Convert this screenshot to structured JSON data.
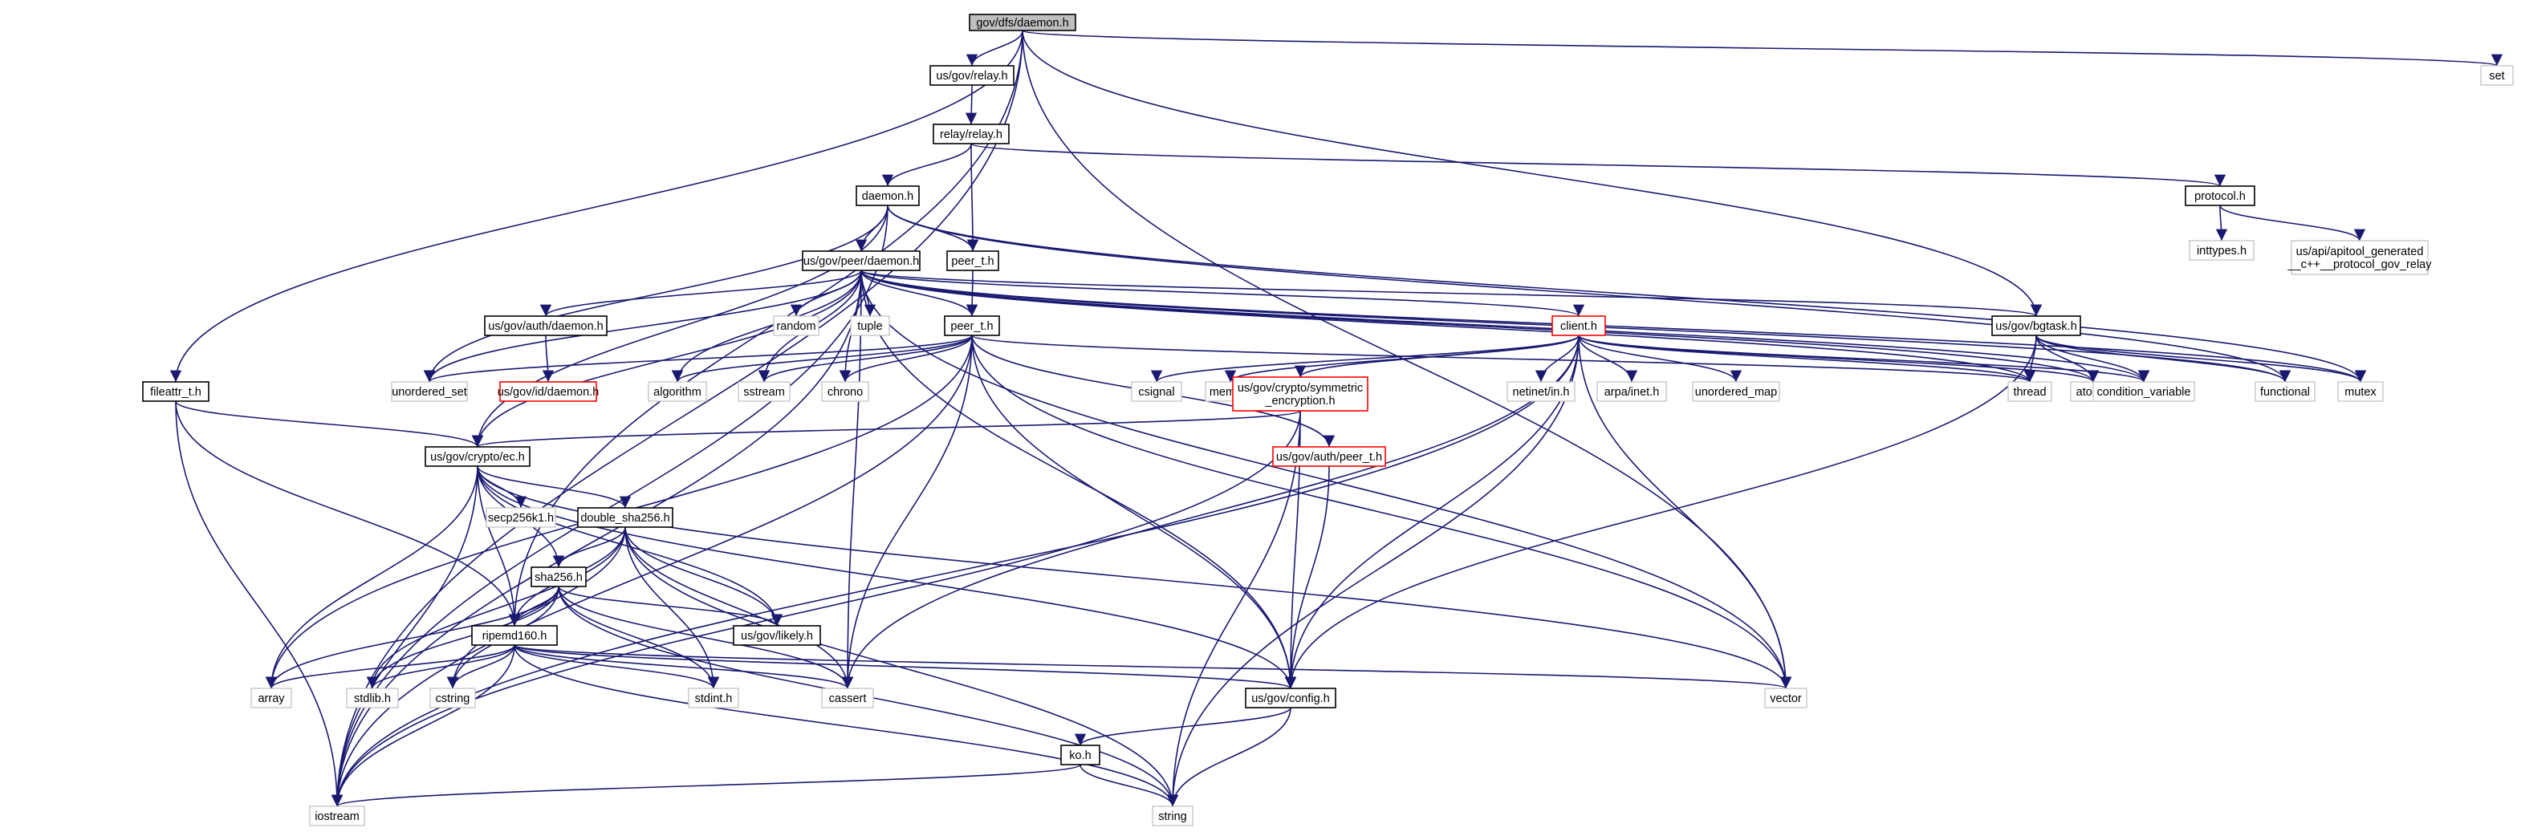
{
  "graph": {
    "root": "gov/dfs/daemon.h",
    "nodes": [
      {
        "id": "root",
        "lines": [
          "gov/dfs/daemon.h"
        ],
        "kind": "root"
      },
      {
        "id": "relay_h",
        "lines": [
          "us/gov/relay.h"
        ],
        "kind": "doc"
      },
      {
        "id": "set",
        "lines": [
          "set"
        ],
        "kind": "sys"
      },
      {
        "id": "relay_relay",
        "lines": [
          "relay/relay.h"
        ],
        "kind": "doc"
      },
      {
        "id": "daemon_h",
        "lines": [
          "daemon.h"
        ],
        "kind": "doc"
      },
      {
        "id": "protocol_h",
        "lines": [
          "protocol.h"
        ],
        "kind": "doc"
      },
      {
        "id": "inttypes",
        "lines": [
          "inttypes.h"
        ],
        "kind": "sys"
      },
      {
        "id": "apitool",
        "lines": [
          "us/api/apitool_generated",
          "__c++__protocol_gov_relay"
        ],
        "kind": "sys"
      },
      {
        "id": "peer_daemon",
        "lines": [
          "us/gov/peer/daemon.h"
        ],
        "kind": "doc"
      },
      {
        "id": "peer_t_top",
        "lines": [
          "peer_t.h"
        ],
        "kind": "doc"
      },
      {
        "id": "auth_daemon",
        "lines": [
          "us/gov/auth/daemon.h"
        ],
        "kind": "doc"
      },
      {
        "id": "random",
        "lines": [
          "random"
        ],
        "kind": "sys"
      },
      {
        "id": "tuple",
        "lines": [
          "tuple"
        ],
        "kind": "sys"
      },
      {
        "id": "peer_t_mid",
        "lines": [
          "peer_t.h"
        ],
        "kind": "doc"
      },
      {
        "id": "client_h",
        "lines": [
          "client.h"
        ],
        "kind": "missing"
      },
      {
        "id": "bgtask",
        "lines": [
          "us/gov/bgtask.h"
        ],
        "kind": "doc"
      },
      {
        "id": "id_daemon",
        "lines": [
          "us/gov/id/daemon.h"
        ],
        "kind": "missing"
      },
      {
        "id": "unordered_set",
        "lines": [
          "unordered_set"
        ],
        "kind": "sys"
      },
      {
        "id": "algorithm",
        "lines": [
          "algorithm"
        ],
        "kind": "sys"
      },
      {
        "id": "sstream",
        "lines": [
          "sstream"
        ],
        "kind": "sys"
      },
      {
        "id": "chrono",
        "lines": [
          "chrono"
        ],
        "kind": "sys"
      },
      {
        "id": "csignal",
        "lines": [
          "csignal"
        ],
        "kind": "sys"
      },
      {
        "id": "memory",
        "lines": [
          "memory"
        ],
        "kind": "sys"
      },
      {
        "id": "sym_enc",
        "lines": [
          "us/gov/crypto/symmetric",
          "_encryption.h"
        ],
        "kind": "missing"
      },
      {
        "id": "netinet",
        "lines": [
          "netinet/in.h"
        ],
        "kind": "sys"
      },
      {
        "id": "arpa",
        "lines": [
          "arpa/inet.h"
        ],
        "kind": "sys"
      },
      {
        "id": "unordered_map",
        "lines": [
          "unordered_map"
        ],
        "kind": "sys"
      },
      {
        "id": "thread",
        "lines": [
          "thread"
        ],
        "kind": "sys"
      },
      {
        "id": "atomic",
        "lines": [
          "atomic"
        ],
        "kind": "sys"
      },
      {
        "id": "condvar",
        "lines": [
          "condition_variable"
        ],
        "kind": "sys"
      },
      {
        "id": "functional",
        "lines": [
          "functional"
        ],
        "kind": "sys"
      },
      {
        "id": "mutex",
        "lines": [
          "mutex"
        ],
        "kind": "sys"
      },
      {
        "id": "fileattr",
        "lines": [
          "fileattr_t.h"
        ],
        "kind": "doc"
      },
      {
        "id": "crypto_ec",
        "lines": [
          "us/gov/crypto/ec.h"
        ],
        "kind": "doc"
      },
      {
        "id": "auth_peer",
        "lines": [
          "us/gov/auth/peer_t.h"
        ],
        "kind": "missing"
      },
      {
        "id": "secp",
        "lines": [
          "secp256k1.h"
        ],
        "kind": "sys"
      },
      {
        "id": "dsha",
        "lines": [
          "double_sha256.h"
        ],
        "kind": "doc"
      },
      {
        "id": "sha256",
        "lines": [
          "sha256.h"
        ],
        "kind": "doc"
      },
      {
        "id": "likely",
        "lines": [
          "us/gov/likely.h"
        ],
        "kind": "doc"
      },
      {
        "id": "ripemd",
        "lines": [
          "ripemd160.h"
        ],
        "kind": "doc"
      },
      {
        "id": "array",
        "lines": [
          "array"
        ],
        "kind": "sys"
      },
      {
        "id": "stdlib",
        "lines": [
          "stdlib.h"
        ],
        "kind": "sys"
      },
      {
        "id": "cstring",
        "lines": [
          "cstring"
        ],
        "kind": "sys"
      },
      {
        "id": "stdint",
        "lines": [
          "stdint.h"
        ],
        "kind": "sys"
      },
      {
        "id": "cassert",
        "lines": [
          "cassert"
        ],
        "kind": "sys"
      },
      {
        "id": "config",
        "lines": [
          "us/gov/config.h"
        ],
        "kind": "doc"
      },
      {
        "id": "vector",
        "lines": [
          "vector"
        ],
        "kind": "sys"
      },
      {
        "id": "ko_h",
        "lines": [
          "ko.h"
        ],
        "kind": "doc"
      },
      {
        "id": "iostream",
        "lines": [
          "iostream"
        ],
        "kind": "sys"
      },
      {
        "id": "string",
        "lines": [
          "string"
        ],
        "kind": "sys"
      }
    ],
    "edges": [
      [
        "root",
        "relay_h"
      ],
      [
        "root",
        "set"
      ],
      [
        "root",
        "fileattr"
      ],
      [
        "root",
        "bgtask"
      ],
      [
        "root",
        "iostream"
      ],
      [
        "root",
        "vector"
      ],
      [
        "root",
        "ripemd"
      ],
      [
        "relay_h",
        "relay_relay"
      ],
      [
        "relay_relay",
        "daemon_h"
      ],
      [
        "relay_relay",
        "peer_t_top"
      ],
      [
        "relay_relay",
        "protocol_h"
      ],
      [
        "protocol_h",
        "inttypes"
      ],
      [
        "protocol_h",
        "apitool"
      ],
      [
        "daemon_h",
        "peer_daemon"
      ],
      [
        "daemon_h",
        "peer_t_top"
      ],
      [
        "daemon_h",
        "iostream"
      ],
      [
        "daemon_h",
        "unordered_set"
      ],
      [
        "daemon_h",
        "crypto_ec"
      ],
      [
        "daemon_h",
        "functional"
      ],
      [
        "daemon_h",
        "mutex"
      ],
      [
        "peer_t_top",
        "peer_t_mid"
      ],
      [
        "peer_daemon",
        "auth_daemon"
      ],
      [
        "peer_daemon",
        "random"
      ],
      [
        "peer_daemon",
        "tuple"
      ],
      [
        "peer_daemon",
        "peer_t_mid"
      ],
      [
        "peer_daemon",
        "client_h"
      ],
      [
        "peer_daemon",
        "bgtask"
      ],
      [
        "peer_daemon",
        "unordered_set"
      ],
      [
        "peer_daemon",
        "algorithm"
      ],
      [
        "peer_daemon",
        "sstream"
      ],
      [
        "peer_daemon",
        "chrono"
      ],
      [
        "peer_daemon",
        "crypto_ec"
      ],
      [
        "peer_daemon",
        "iostream"
      ],
      [
        "peer_daemon",
        "cassert"
      ],
      [
        "peer_daemon",
        "thread"
      ],
      [
        "peer_daemon",
        "atomic"
      ],
      [
        "peer_daemon",
        "functional"
      ],
      [
        "peer_daemon",
        "mutex"
      ],
      [
        "peer_daemon",
        "condvar"
      ],
      [
        "peer_daemon",
        "vector"
      ],
      [
        "peer_daemon",
        "config"
      ],
      [
        "auth_daemon",
        "id_daemon"
      ],
      [
        "peer_t_mid",
        "unordered_set"
      ],
      [
        "peer_t_mid",
        "algorithm"
      ],
      [
        "peer_t_mid",
        "sstream"
      ],
      [
        "peer_t_mid",
        "chrono"
      ],
      [
        "peer_t_mid",
        "auth_peer"
      ],
      [
        "peer_t_mid",
        "array"
      ],
      [
        "peer_t_mid",
        "iostream"
      ],
      [
        "peer_t_mid",
        "cassert"
      ],
      [
        "peer_t_mid",
        "vector"
      ],
      [
        "peer_t_mid",
        "config"
      ],
      [
        "peer_t_mid",
        "thread"
      ],
      [
        "client_h",
        "csignal"
      ],
      [
        "client_h",
        "memory"
      ],
      [
        "client_h",
        "sym_enc"
      ],
      [
        "client_h",
        "netinet"
      ],
      [
        "client_h",
        "arpa"
      ],
      [
        "client_h",
        "unordered_map"
      ],
      [
        "client_h",
        "thread"
      ],
      [
        "client_h",
        "atomic"
      ],
      [
        "client_h",
        "condvar"
      ],
      [
        "client_h",
        "vector"
      ],
      [
        "client_h",
        "string"
      ],
      [
        "client_h",
        "cassert"
      ],
      [
        "client_h",
        "iostream"
      ],
      [
        "client_h",
        "config"
      ],
      [
        "bgtask",
        "thread"
      ],
      [
        "bgtask",
        "atomic"
      ],
      [
        "bgtask",
        "condvar"
      ],
      [
        "bgtask",
        "functional"
      ],
      [
        "bgtask",
        "mutex"
      ],
      [
        "bgtask",
        "config"
      ],
      [
        "sym_enc",
        "crypto_ec"
      ],
      [
        "sym_enc",
        "config"
      ],
      [
        "sym_enc",
        "iostream"
      ],
      [
        "sym_enc",
        "string"
      ],
      [
        "auth_peer",
        "config"
      ],
      [
        "fileattr",
        "crypto_ec"
      ],
      [
        "fileattr",
        "ripemd"
      ],
      [
        "fileattr",
        "iostream"
      ],
      [
        "crypto_ec",
        "secp"
      ],
      [
        "crypto_ec",
        "dsha"
      ],
      [
        "crypto_ec",
        "sha256"
      ],
      [
        "crypto_ec",
        "ripemd"
      ],
      [
        "crypto_ec",
        "likely"
      ],
      [
        "crypto_ec",
        "array"
      ],
      [
        "crypto_ec",
        "iostream"
      ],
      [
        "crypto_ec",
        "vector"
      ],
      [
        "crypto_ec",
        "config"
      ],
      [
        "dsha",
        "sha256"
      ],
      [
        "dsha",
        "ripemd"
      ],
      [
        "dsha",
        "likely"
      ],
      [
        "dsha",
        "stdlib"
      ],
      [
        "dsha",
        "cstring"
      ],
      [
        "dsha",
        "stdint"
      ],
      [
        "dsha",
        "cassert"
      ],
      [
        "dsha",
        "string"
      ],
      [
        "sha256",
        "ripemd"
      ],
      [
        "sha256",
        "likely"
      ],
      [
        "sha256",
        "array"
      ],
      [
        "sha256",
        "stdlib"
      ],
      [
        "sha256",
        "cstring"
      ],
      [
        "sha256",
        "stdint"
      ],
      [
        "sha256",
        "cassert"
      ],
      [
        "sha256",
        "string"
      ],
      [
        "ripemd",
        "array"
      ],
      [
        "ripemd",
        "stdlib"
      ],
      [
        "ripemd",
        "cstring"
      ],
      [
        "ripemd",
        "stdint"
      ],
      [
        "ripemd",
        "cassert"
      ],
      [
        "ripemd",
        "config"
      ],
      [
        "ripemd",
        "vector"
      ],
      [
        "ripemd",
        "string"
      ],
      [
        "ripemd",
        "iostream"
      ],
      [
        "config",
        "ko_h"
      ],
      [
        "config",
        "string"
      ],
      [
        "ko_h",
        "iostream"
      ],
      [
        "ko_h",
        "string"
      ]
    ]
  }
}
